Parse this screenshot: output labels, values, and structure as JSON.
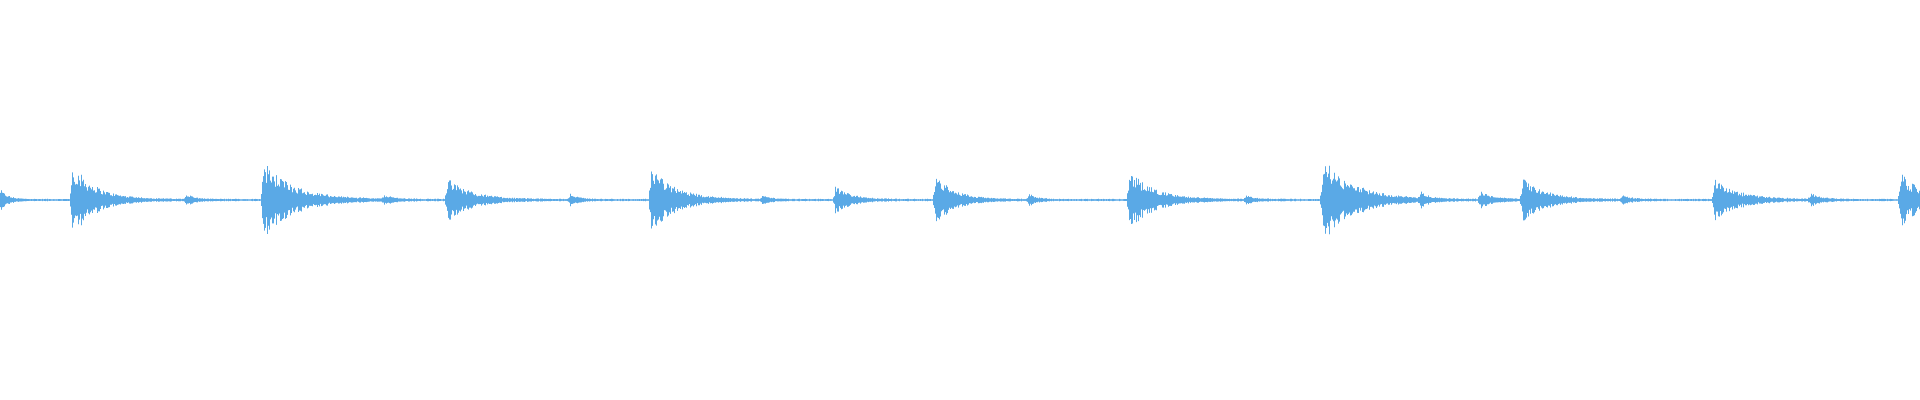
{
  "waveform": {
    "color": "#5aa9e6",
    "baseline_amplitude": 0.006,
    "transients": [
      {
        "t": 0.0,
        "amp": 0.05,
        "decay": 0.004
      },
      {
        "t": 0.0375,
        "amp": 0.18,
        "decay": 0.012
      },
      {
        "t": 0.097,
        "amp": 0.03,
        "decay": 0.004
      },
      {
        "t": 0.137,
        "amp": 0.19,
        "decay": 0.016
      },
      {
        "t": 0.2,
        "amp": 0.02,
        "decay": 0.005
      },
      {
        "t": 0.233,
        "amp": 0.11,
        "decay": 0.012
      },
      {
        "t": 0.297,
        "amp": 0.03,
        "decay": 0.004
      },
      {
        "t": 0.339,
        "amp": 0.16,
        "decay": 0.013
      },
      {
        "t": 0.397,
        "amp": 0.02,
        "decay": 0.004
      },
      {
        "t": 0.435,
        "amp": 0.07,
        "decay": 0.008
      },
      {
        "t": 0.487,
        "amp": 0.13,
        "decay": 0.01
      },
      {
        "t": 0.536,
        "amp": 0.03,
        "decay": 0.004
      },
      {
        "t": 0.588,
        "amp": 0.15,
        "decay": 0.013
      },
      {
        "t": 0.649,
        "amp": 0.02,
        "decay": 0.005
      },
      {
        "t": 0.689,
        "amp": 0.21,
        "decay": 0.016
      },
      {
        "t": 0.74,
        "amp": 0.03,
        "decay": 0.004
      },
      {
        "t": 0.771,
        "amp": 0.04,
        "decay": 0.007
      },
      {
        "t": 0.793,
        "amp": 0.11,
        "decay": 0.012
      },
      {
        "t": 0.845,
        "amp": 0.02,
        "decay": 0.005
      },
      {
        "t": 0.893,
        "amp": 0.1,
        "decay": 0.013
      },
      {
        "t": 0.943,
        "amp": 0.03,
        "decay": 0.005
      },
      {
        "t": 0.99,
        "amp": 0.13,
        "decay": 0.012
      }
    ]
  }
}
